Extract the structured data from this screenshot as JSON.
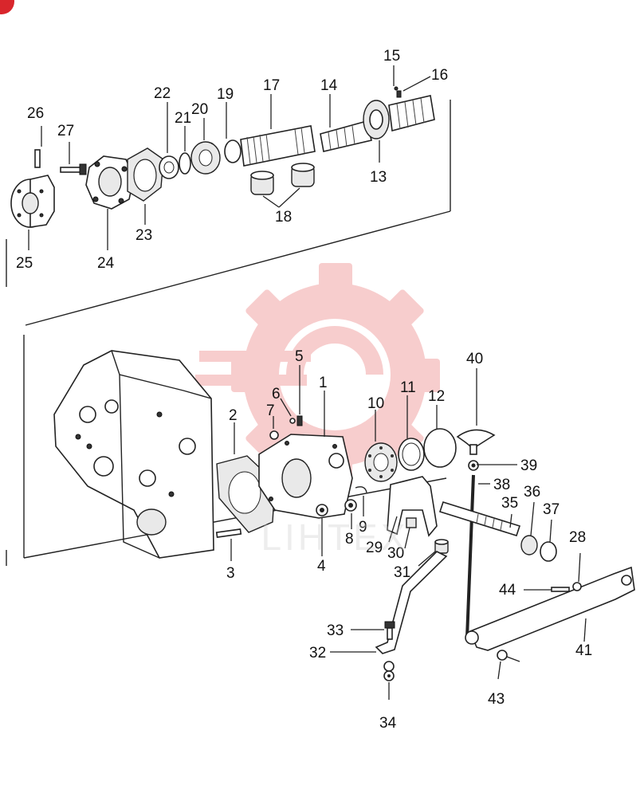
{
  "diagram": {
    "callouts": [
      "1",
      "2",
      "3",
      "4",
      "5",
      "6",
      "7",
      "8",
      "9",
      "10",
      "11",
      "12",
      "13",
      "14",
      "15",
      "16",
      "17",
      "18",
      "19",
      "20",
      "21",
      "22",
      "23",
      "24",
      "25",
      "26",
      "27",
      "28",
      "29",
      "30",
      "31",
      "32",
      "33",
      "34",
      "35",
      "36",
      "37",
      "38",
      "39",
      "40",
      "41",
      "43",
      "44"
    ],
    "watermark_text": "LIHTEX"
  },
  "colors": {
    "ink": "#222222",
    "watermark": "#f2a6a6",
    "corner_badge": "#d9262c"
  }
}
